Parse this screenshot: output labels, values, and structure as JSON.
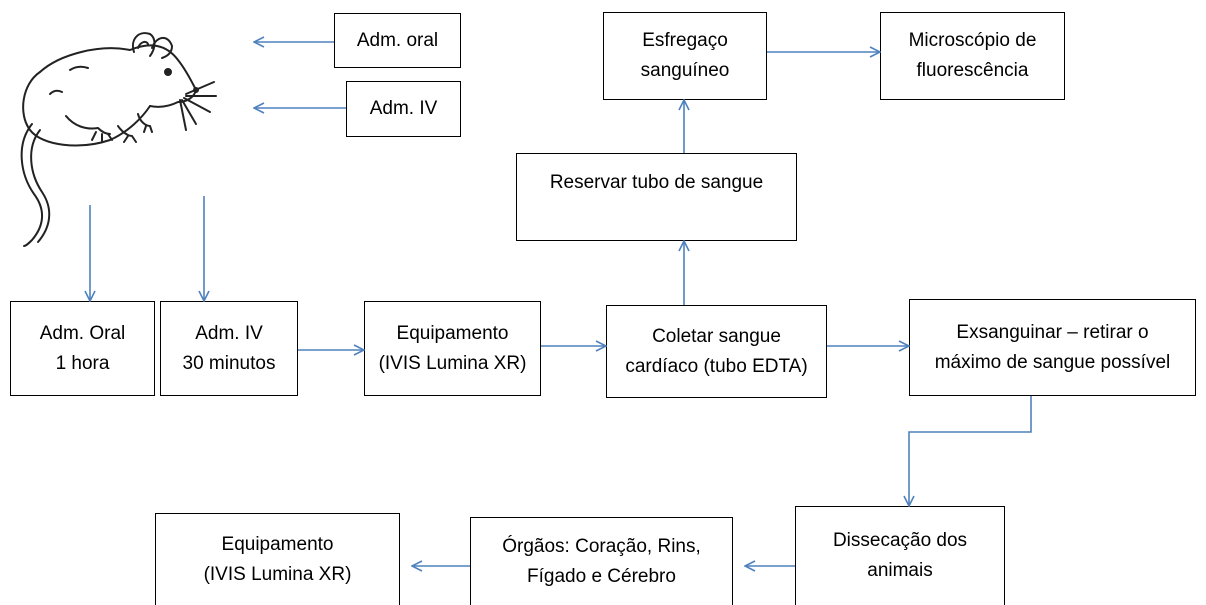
{
  "diagram": {
    "arrow_color": "#4f81bd",
    "box_border_color": "#000000",
    "animal_icon": "rat-illustration-icon",
    "nodes": {
      "adm_oral_top": [
        "Adm. oral"
      ],
      "adm_iv_top": [
        "Adm. IV"
      ],
      "esfregaco": [
        "Esfregaço",
        "sanguíneo"
      ],
      "microscopio": [
        "Microscópio de",
        "fluorescência"
      ],
      "reservar": [
        "Reservar tubo de sangue"
      ],
      "adm_oral_time": [
        "Adm. Oral",
        "1 hora"
      ],
      "adm_iv_time": [
        "Adm. IV",
        "30 minutos"
      ],
      "equip_1": [
        "Equipamento",
        "(IVIS Lumina XR)"
      ],
      "coletar": [
        "Coletar sangue",
        "cardíaco (tubo EDTA)"
      ],
      "exsanguinar": [
        "Exsanguinar – retirar o",
        "máximo de sangue possível"
      ],
      "equip_2": [
        "Equipamento",
        "(IVIS Lumina XR)"
      ],
      "orgaos": [
        "Órgãos: Coração, Rins,",
        "Fígado e Cérebro"
      ],
      "disseccao": [
        "Dissecação dos",
        "animais"
      ]
    }
  }
}
